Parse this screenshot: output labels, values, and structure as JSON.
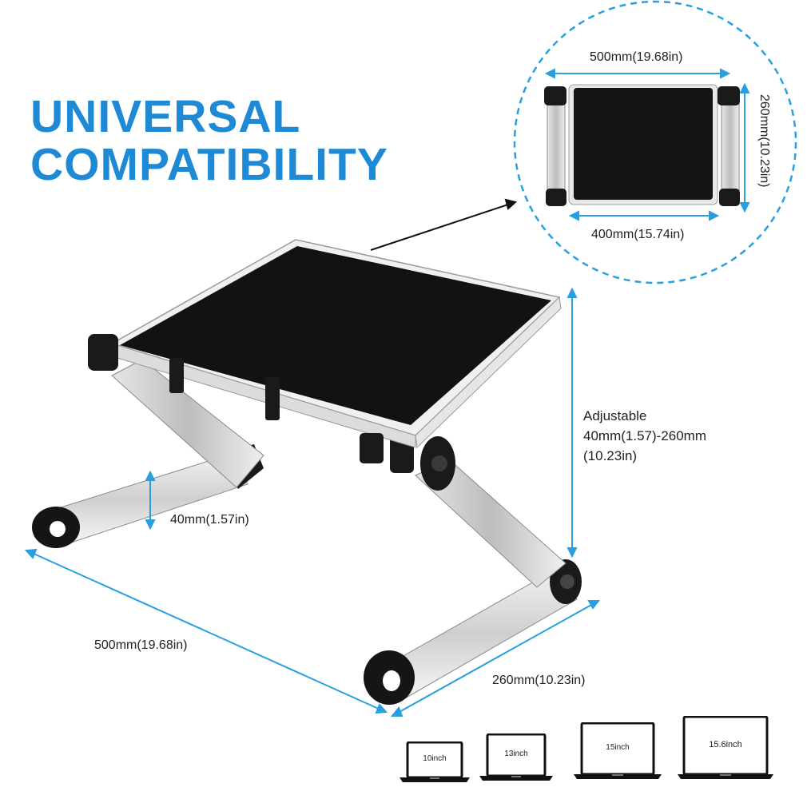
{
  "headline": {
    "line1": "UNIVERSAL",
    "line2": "COMPATIBILITY",
    "color": "#1e8ad6"
  },
  "accent_color": "#2a9fe0",
  "dimensions": {
    "inset_top_width": "500mm(19.68in)",
    "inset_height": "260mm(10.23in)",
    "inset_bottom_width": "400mm(15.74in)",
    "adjustable_line1": "Adjustable",
    "adjustable_line2": "40mm(1.57)-260mm",
    "adjustable_line3": "(10.23in)",
    "min_height": "40mm(1.57in)",
    "length": "500mm(19.68in)",
    "depth": "260mm(10.23in)"
  },
  "laptops": [
    {
      "label": "10inch"
    },
    {
      "label": "13inch"
    },
    {
      "label": "15inch"
    },
    {
      "label": "15.6inch"
    }
  ]
}
